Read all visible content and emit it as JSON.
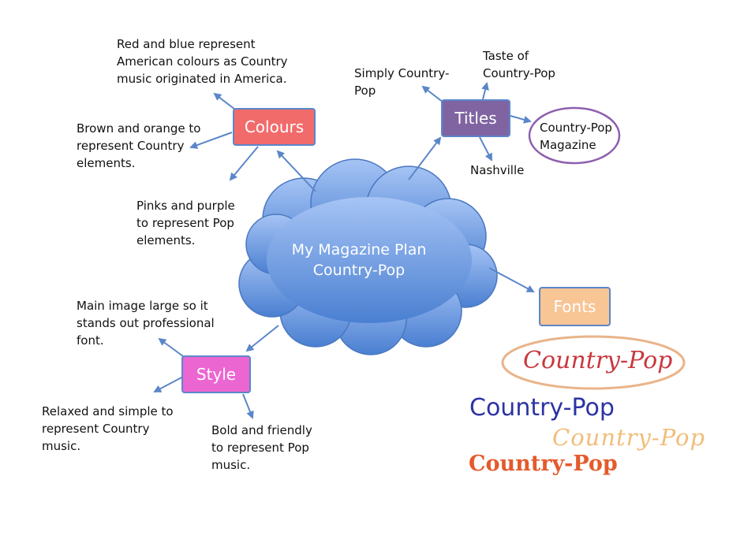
{
  "center": {
    "line1": "My Magazine Plan",
    "line2": "Country-Pop"
  },
  "colours": {
    "label": "Colours",
    "notes": [
      "Red and blue represent\nAmerican colours as Country\nmusic originated in America.",
      "Brown and orange to\nrepresent Country\nelements.",
      "Pinks and purple\nto represent Pop\nelements."
    ]
  },
  "titles": {
    "label": "Titles",
    "notes": [
      "Simply Country-\nPop",
      "Taste of\nCountry-Pop",
      "Nashville"
    ],
    "chosen": "Country-Pop\nMagazine"
  },
  "fonts": {
    "label": "Fonts",
    "samples": [
      "Country-Pop",
      "Country-Pop",
      "Country-Pop",
      "Country-Pop"
    ]
  },
  "style": {
    "label": "Style",
    "notes": [
      "Main image large so it\nstands out professional\nfont.",
      "Relaxed and simple to\nrepresent Country\nmusic.",
      "Bold and friendly\nto represent Pop\nmusic."
    ]
  },
  "colors": {
    "cloud_top": "#a6c4f5",
    "cloud_bottom": "#4a7fd1",
    "arrow": "#5b86c9",
    "colours_box": "#f26b6b",
    "titles_box": "#8064a2",
    "fonts_box": "#f8c595",
    "style_box": "#ec66d2"
  }
}
